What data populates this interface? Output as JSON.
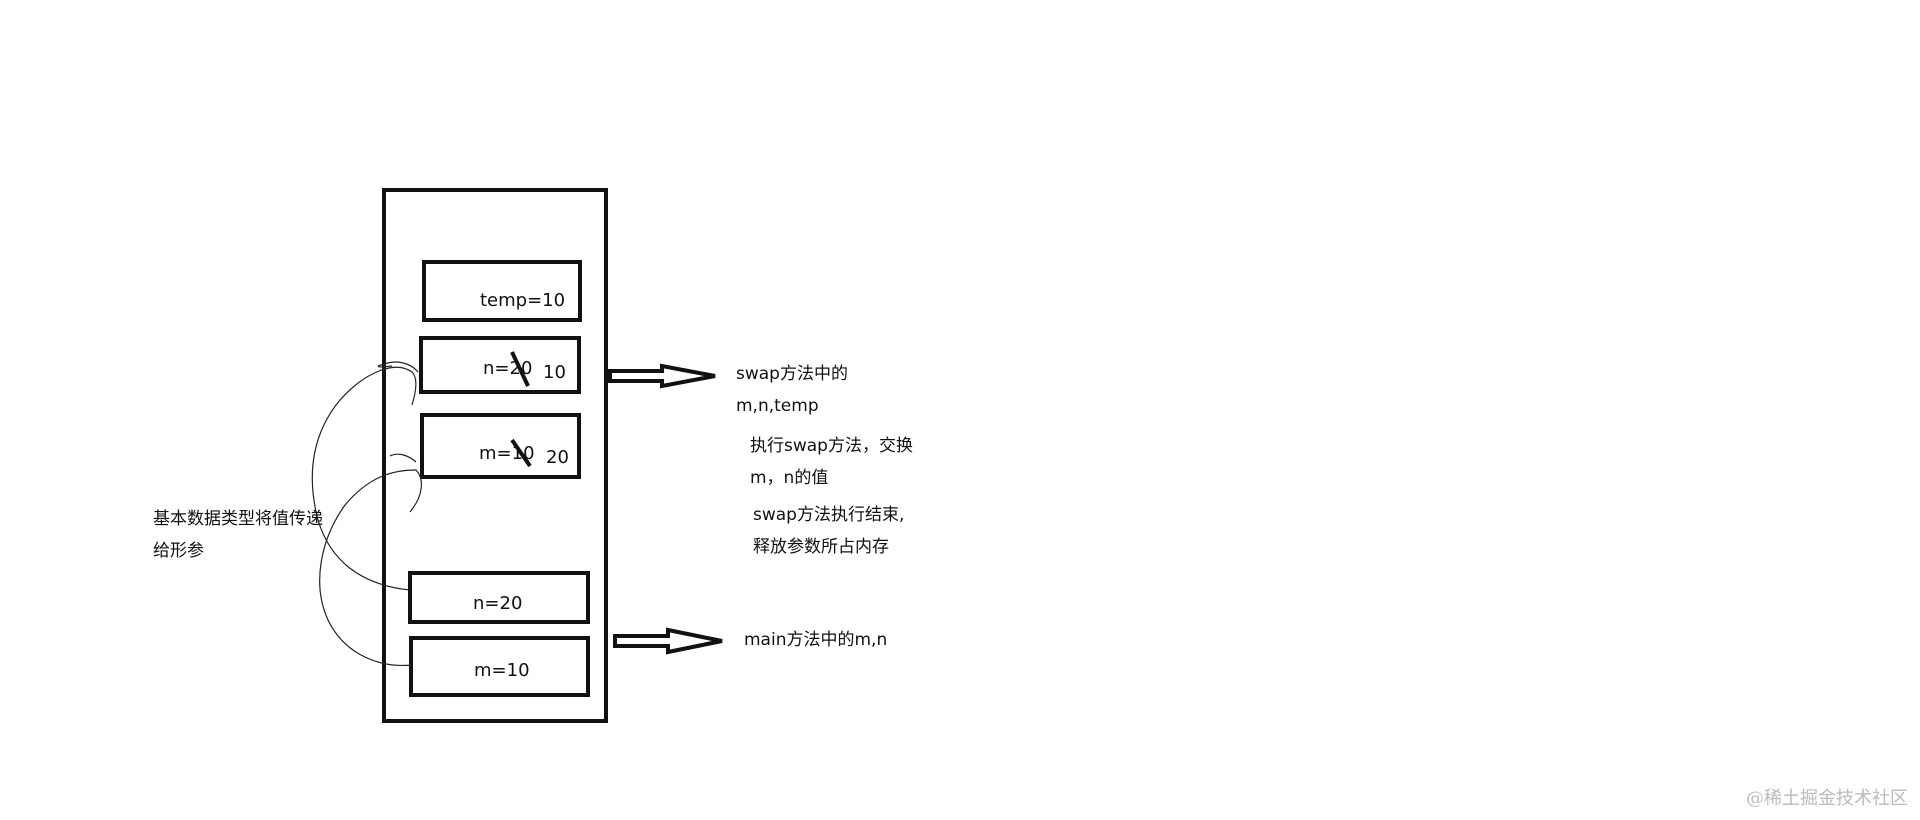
{
  "stack": {
    "swap_frame": {
      "temp": "temp=10",
      "n": {
        "old": "n=20",
        "new": "10"
      },
      "m": {
        "old": "m=10",
        "new": "20"
      }
    },
    "main_frame": {
      "n": "n=20",
      "m": "m=10"
    }
  },
  "annotations": {
    "swap_label_1": "swap方法中的",
    "swap_label_2": "m,n,temp",
    "exec_1": "执行swap方法，交换",
    "exec_2": "m，n的值",
    "end_1": "swap方法执行结束,",
    "end_2": "释放参数所占内存",
    "main_label": "main方法中的m,n",
    "pass_1": "基本数据类型将值传递",
    "pass_2": "给形参"
  },
  "watermark": "@稀土掘金技术社区"
}
